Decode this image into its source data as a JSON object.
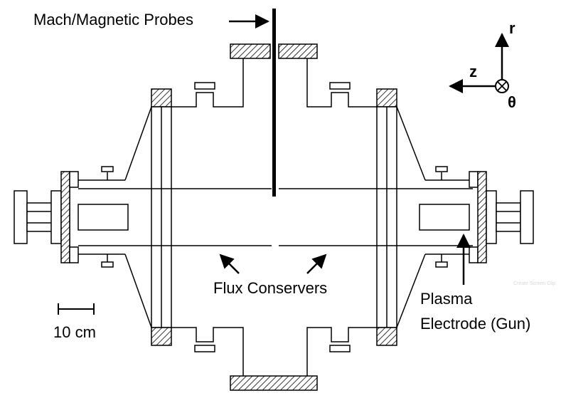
{
  "labels": {
    "probes": "Mach/Magnetic Probes",
    "flux_conservers": "Flux Conservers",
    "electrode_line1": "Plasma",
    "electrode_line2": "Electrode (Gun)",
    "scale_bar": "10 cm"
  },
  "axes": {
    "r": "r",
    "z": "z",
    "theta": "θ"
  },
  "watermark": "Create Screen Clip",
  "colors": {
    "line": "#000000",
    "background": "#ffffff",
    "hatch": "#000000"
  }
}
